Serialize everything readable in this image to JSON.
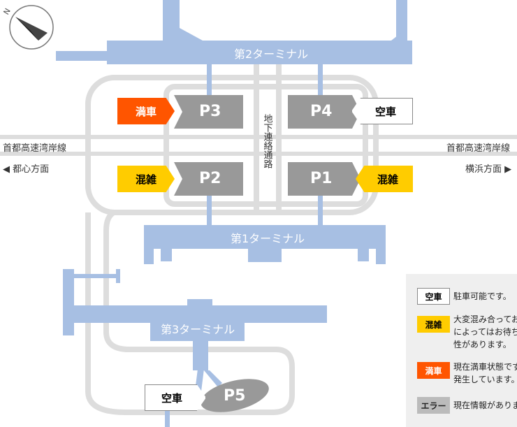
{
  "terminals": {
    "t2": "第2ターミナル",
    "t1": "第1ターミナル",
    "t3": "第3ターミナル"
  },
  "underground": "地下連絡通路",
  "highway": {
    "name_left": "首都高速湾岸線",
    "name_right": "首都高速湾岸線",
    "dir_left": "◀ 都心方面",
    "dir_right": "横浜方面 ▶"
  },
  "parkings": [
    {
      "id": "P3",
      "status": "満車",
      "status_type": "full"
    },
    {
      "id": "P4",
      "status": "空車",
      "status_type": "empty"
    },
    {
      "id": "P2",
      "status": "混雑",
      "status_type": "busy"
    },
    {
      "id": "P1",
      "status": "混雑",
      "status_type": "busy"
    },
    {
      "id": "P5",
      "status": "空車",
      "status_type": "empty"
    }
  ],
  "legend": {
    "items": [
      {
        "label": "空車",
        "type": "empty",
        "desc": "駐車可能です。"
      },
      {
        "label": "混雑",
        "type": "busy",
        "desc": "大変混み合ってお\nによってはお待ち\n性があります。"
      },
      {
        "label": "満車",
        "type": "full",
        "desc": "現在満車状態です\n発生しています。"
      },
      {
        "label": "エラー",
        "type": "err",
        "desc": "現在情報がありま"
      }
    ]
  },
  "compass": {
    "label": "N",
    "icon": "compass-icon"
  },
  "colors": {
    "terminal": "#a7bfe3",
    "road": "#dddddd",
    "parking": "#999999",
    "full": "#ff5500",
    "busy": "#ffcc00"
  }
}
